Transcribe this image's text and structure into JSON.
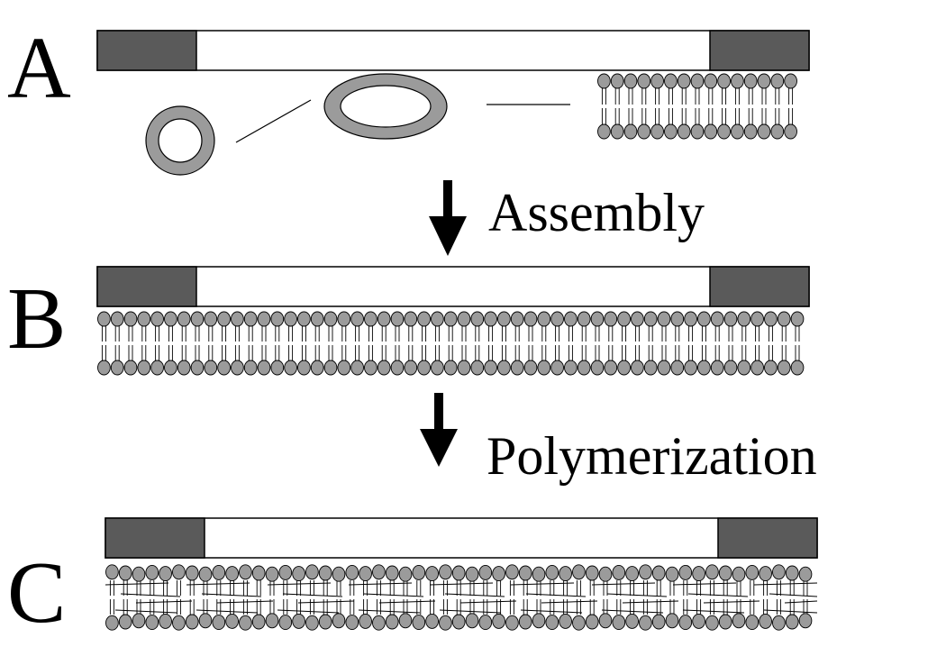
{
  "stages": [
    {
      "letter": "A"
    },
    {
      "letter": "B"
    },
    {
      "letter": "C"
    }
  ],
  "steps": [
    {
      "label": "Assembly"
    },
    {
      "label": "Polymerization"
    }
  ],
  "colors": {
    "electrode": "#5a5a5a",
    "lipid_head": "#9b9b9b",
    "substrate": "#ffffff",
    "stroke": "#000000"
  }
}
